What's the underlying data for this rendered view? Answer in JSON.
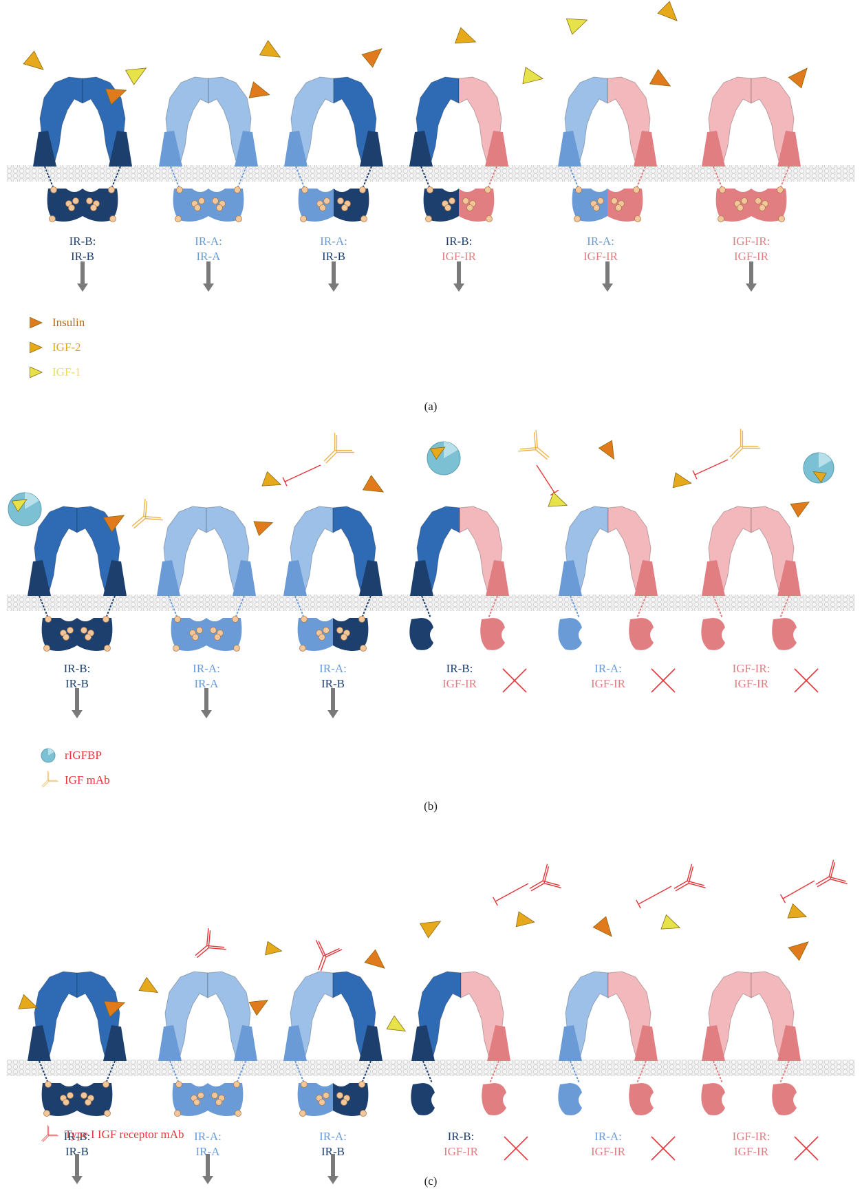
{
  "colors": {
    "ir_b_dark": "#1d3f6e",
    "ir_b_head": "#2f6bb5",
    "ir_a": "#6a9bd6",
    "ir_a_light": "#9cc0e8",
    "igf_ir": "#e07e82",
    "igf_ir_light": "#f2b8bb",
    "insulin": "#e07a1c",
    "igf2": "#e7a91c",
    "igf1": "#e6e24a",
    "inhibitor": "#e8353a",
    "arrow": "#7a7a7a",
    "membrane": "#dcdcdc",
    "rigfbp": "#7cc0d3"
  },
  "receptors": [
    {
      "top": "IR-B:",
      "bottom": "IR-B",
      "left_chain": "irb",
      "right_chain": "irb"
    },
    {
      "top": "IR-A:",
      "bottom": "IR-A",
      "left_chain": "ira",
      "right_chain": "ira"
    },
    {
      "top": "IR-A:",
      "bottom": "IR-B",
      "left_chain": "ira",
      "right_chain": "irb"
    },
    {
      "top": "IR-B:",
      "bottom": "IGF-IR",
      "left_chain": "irb",
      "right_chain": "igf"
    },
    {
      "top": "IR-A:",
      "bottom": "IGF-IR",
      "left_chain": "ira",
      "right_chain": "igf"
    },
    {
      "top": "IGF-IR:",
      "bottom": "IGF-IR",
      "left_chain": "igf",
      "right_chain": "igf"
    }
  ],
  "panels": [
    {
      "id": "a",
      "label": "(a)",
      "blocked": [
        false,
        false,
        false,
        false,
        false,
        false
      ],
      "legend": [
        {
          "icon": "insulin",
          "text": "Insulin"
        },
        {
          "icon": "igf2",
          "text": "IGF-2"
        },
        {
          "icon": "igf1",
          "text": "IGF-1"
        }
      ]
    },
    {
      "id": "b",
      "label": "(b)",
      "blocked": [
        false,
        false,
        false,
        true,
        true,
        true
      ],
      "legend": [
        {
          "icon": "rigfbp",
          "text": "rIGFBP"
        },
        {
          "icon": "igf-mab",
          "text": "IGF mAb"
        }
      ]
    },
    {
      "id": "c",
      "label": "(c)",
      "blocked": [
        false,
        false,
        false,
        true,
        true,
        true
      ],
      "legend": [
        {
          "icon": "type1-igf-receptor-mab",
          "text": "Type I IGF receptor mAb"
        }
      ]
    }
  ]
}
